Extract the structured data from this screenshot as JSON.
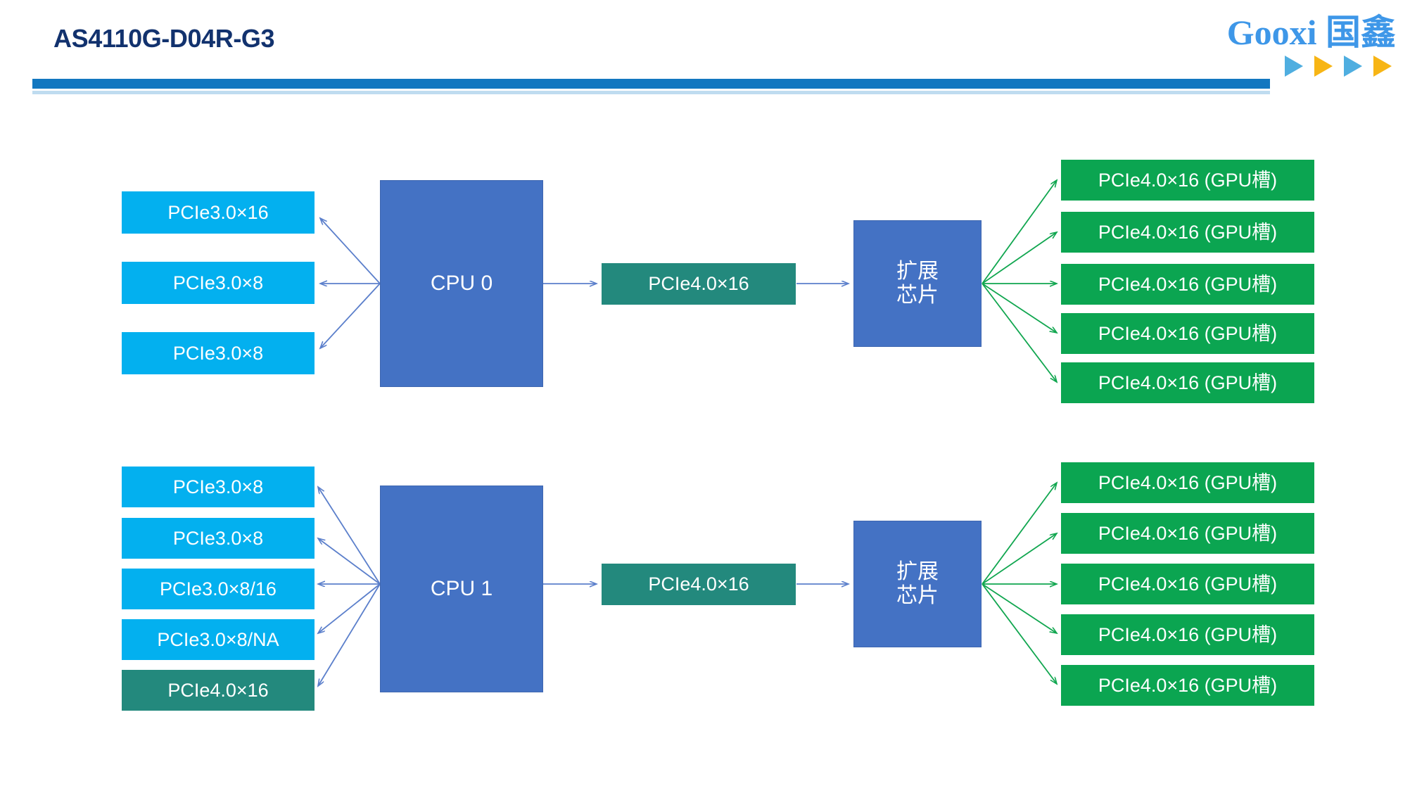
{
  "header": {
    "title": "AS4110G-D04R-G3",
    "brand_latin": "Gooxi",
    "brand_cn": "国鑫",
    "accent_blue": "#1277C0",
    "accent_light_blue": "#BFDCF0",
    "brand_blue": "#3E97E8",
    "arrow_colors": [
      "#4FAEE0",
      "#F7B515",
      "#4FAEE0",
      "#F7B515"
    ]
  },
  "colors": {
    "cyan_slot": "#03B0EF",
    "teal_link": "#23897D",
    "green_gpu": "#0BA551",
    "cpu_blue": "#4472C4",
    "blue_connector": "#5B7FCB",
    "green_connector": "#10A64F",
    "title_navy": "#12326E"
  },
  "diagram": {
    "type": "block-diagram",
    "groups": [
      {
        "id": "cpu0-group",
        "cpu_label": "CPU 0",
        "left_slots": [
          {
            "label": "PCIe3.0×16",
            "style": "cyan"
          },
          {
            "label": "PCIe3.0×8",
            "style": "cyan"
          },
          {
            "label": "PCIe3.0×8",
            "style": "cyan"
          }
        ],
        "uplink": {
          "label": "PCIe4.0×16",
          "style": "teal"
        },
        "switch": {
          "label": "扩展\n芯片",
          "line1": "扩展",
          "line2": "芯片"
        },
        "gpu_slots": [
          {
            "label": "PCIe4.0×16 (GPU槽)"
          },
          {
            "label": "PCIe4.0×16 (GPU槽)"
          },
          {
            "label": "PCIe4.0×16 (GPU槽)"
          },
          {
            "label": "PCIe4.0×16 (GPU槽)"
          },
          {
            "label": "PCIe4.0×16 (GPU槽)"
          }
        ]
      },
      {
        "id": "cpu1-group",
        "cpu_label": "CPU 1",
        "left_slots": [
          {
            "label": "PCIe3.0×8",
            "style": "cyan"
          },
          {
            "label": "PCIe3.0×8",
            "style": "cyan"
          },
          {
            "label": "PCIe3.0×8/16",
            "style": "cyan"
          },
          {
            "label": "PCIe3.0×8/NA",
            "style": "cyan"
          },
          {
            "label": "PCIe4.0×16",
            "style": "teal"
          }
        ],
        "uplink": {
          "label": "PCIe4.0×16",
          "style": "teal"
        },
        "switch": {
          "label": "扩展\n芯片",
          "line1": "扩展",
          "line2": "芯片"
        },
        "gpu_slots": [
          {
            "label": "PCIe4.0×16 (GPU槽)"
          },
          {
            "label": "PCIe4.0×16 (GPU槽)"
          },
          {
            "label": "PCIe4.0×16 (GPU槽)"
          },
          {
            "label": "PCIe4.0×16 (GPU槽)"
          },
          {
            "label": "PCIe4.0×16 (GPU槽)"
          }
        ]
      }
    ]
  }
}
